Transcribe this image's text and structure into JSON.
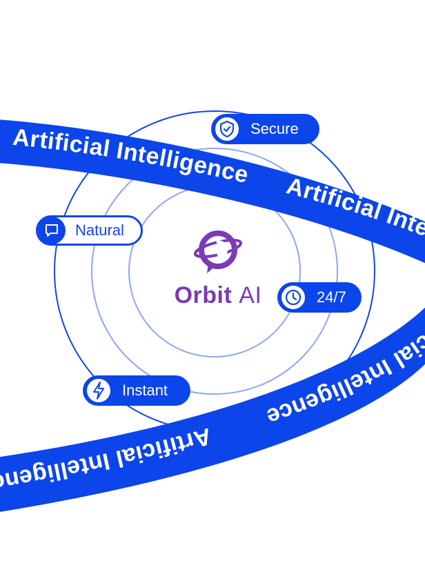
{
  "band": {
    "phrase": "Artificial Intelligence",
    "color": "#0c45ea"
  },
  "brand": {
    "name_main": "Orbit",
    "name_suffix": "AI",
    "color": "#7a3bb5"
  },
  "features": [
    {
      "label": "Secure",
      "icon": "shield-check-icon"
    },
    {
      "label": "Natural",
      "icon": "chat-bubble-icon"
    },
    {
      "label": "24/7",
      "icon": "clock-icon"
    },
    {
      "label": "Instant",
      "icon": "lightning-icon"
    }
  ]
}
